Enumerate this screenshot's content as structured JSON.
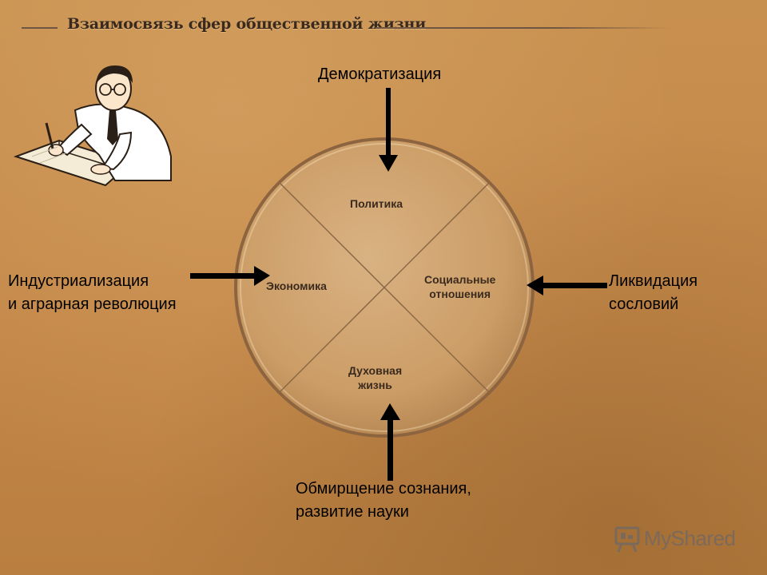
{
  "slide": {
    "title": "Взаимосвязь сфер общественной жизни"
  },
  "sectors": {
    "top": "Политика",
    "left": "Экономика",
    "right_line1": "Социальные",
    "right_line2": "отношения",
    "bottom_line1": "Духовная",
    "bottom_line2": "жизнь"
  },
  "influences": {
    "top": "Демократизация",
    "left_line1": "Индустриализация",
    "left_line2": "и аграрная революция",
    "right_line1": "Ликвидация",
    "right_line2": "сословий",
    "bottom_line1": "Обмирщение сознания,",
    "bottom_line2": "развитие науки"
  },
  "watermark": {
    "text": "MyShared",
    "icon": "presentation-board-icon"
  },
  "illustration": {
    "icon": "scholar-writing-illustration"
  },
  "colors": {
    "background": "#c48b4c",
    "circle_fill": "#d1a46f",
    "circle_edge": "#8d6440",
    "arrow": "#000000",
    "title": "#3a2a1d"
  }
}
